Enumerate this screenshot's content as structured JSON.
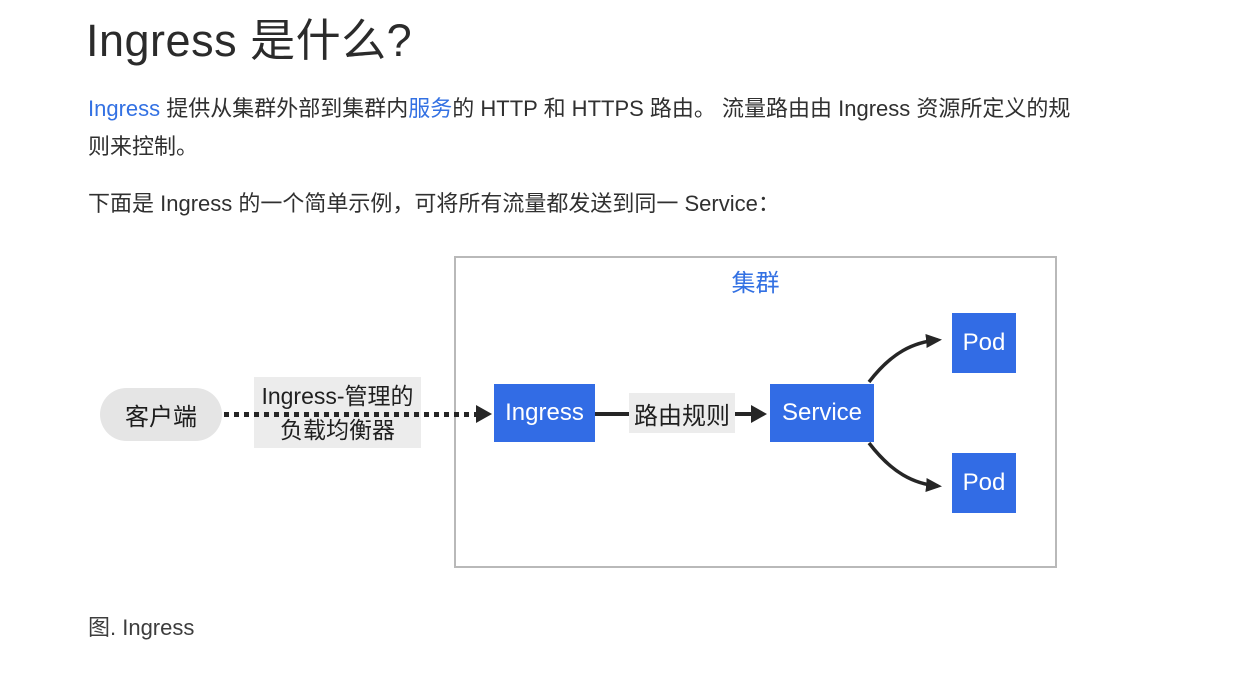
{
  "page": {
    "title": "Ingress 是什么?",
    "figure_caption": "图. Ingress"
  },
  "intro": {
    "link1": "Ingress",
    "text1": " 提供从集群外部到集群内",
    "link2": "服务",
    "text2": "的 HTTP 和 HTTPS 路由。 流量路由由 Ingress 资源所定义的规则来控制。"
  },
  "example_intro": "下面是 Ingress 的一个简单示例，可将所有流量都发送到同一 Service：",
  "diagram": {
    "cluster_label": "集群",
    "client_label": "客户端",
    "lb_label_line1": "Ingress-管理的",
    "lb_label_line2": "负载均衡器",
    "ingress_label": "Ingress",
    "routing_label": "路由规则",
    "service_label": "Service",
    "pod_top_label": "Pod",
    "pod_bottom_label": "Pod"
  },
  "colors": {
    "node_blue": "#326ce5",
    "link_blue": "#3371e3",
    "label_bg": "#ececec",
    "client_bg": "#e5e5e5",
    "cluster_border": "#b9b9b9",
    "arrow": "#262626"
  }
}
